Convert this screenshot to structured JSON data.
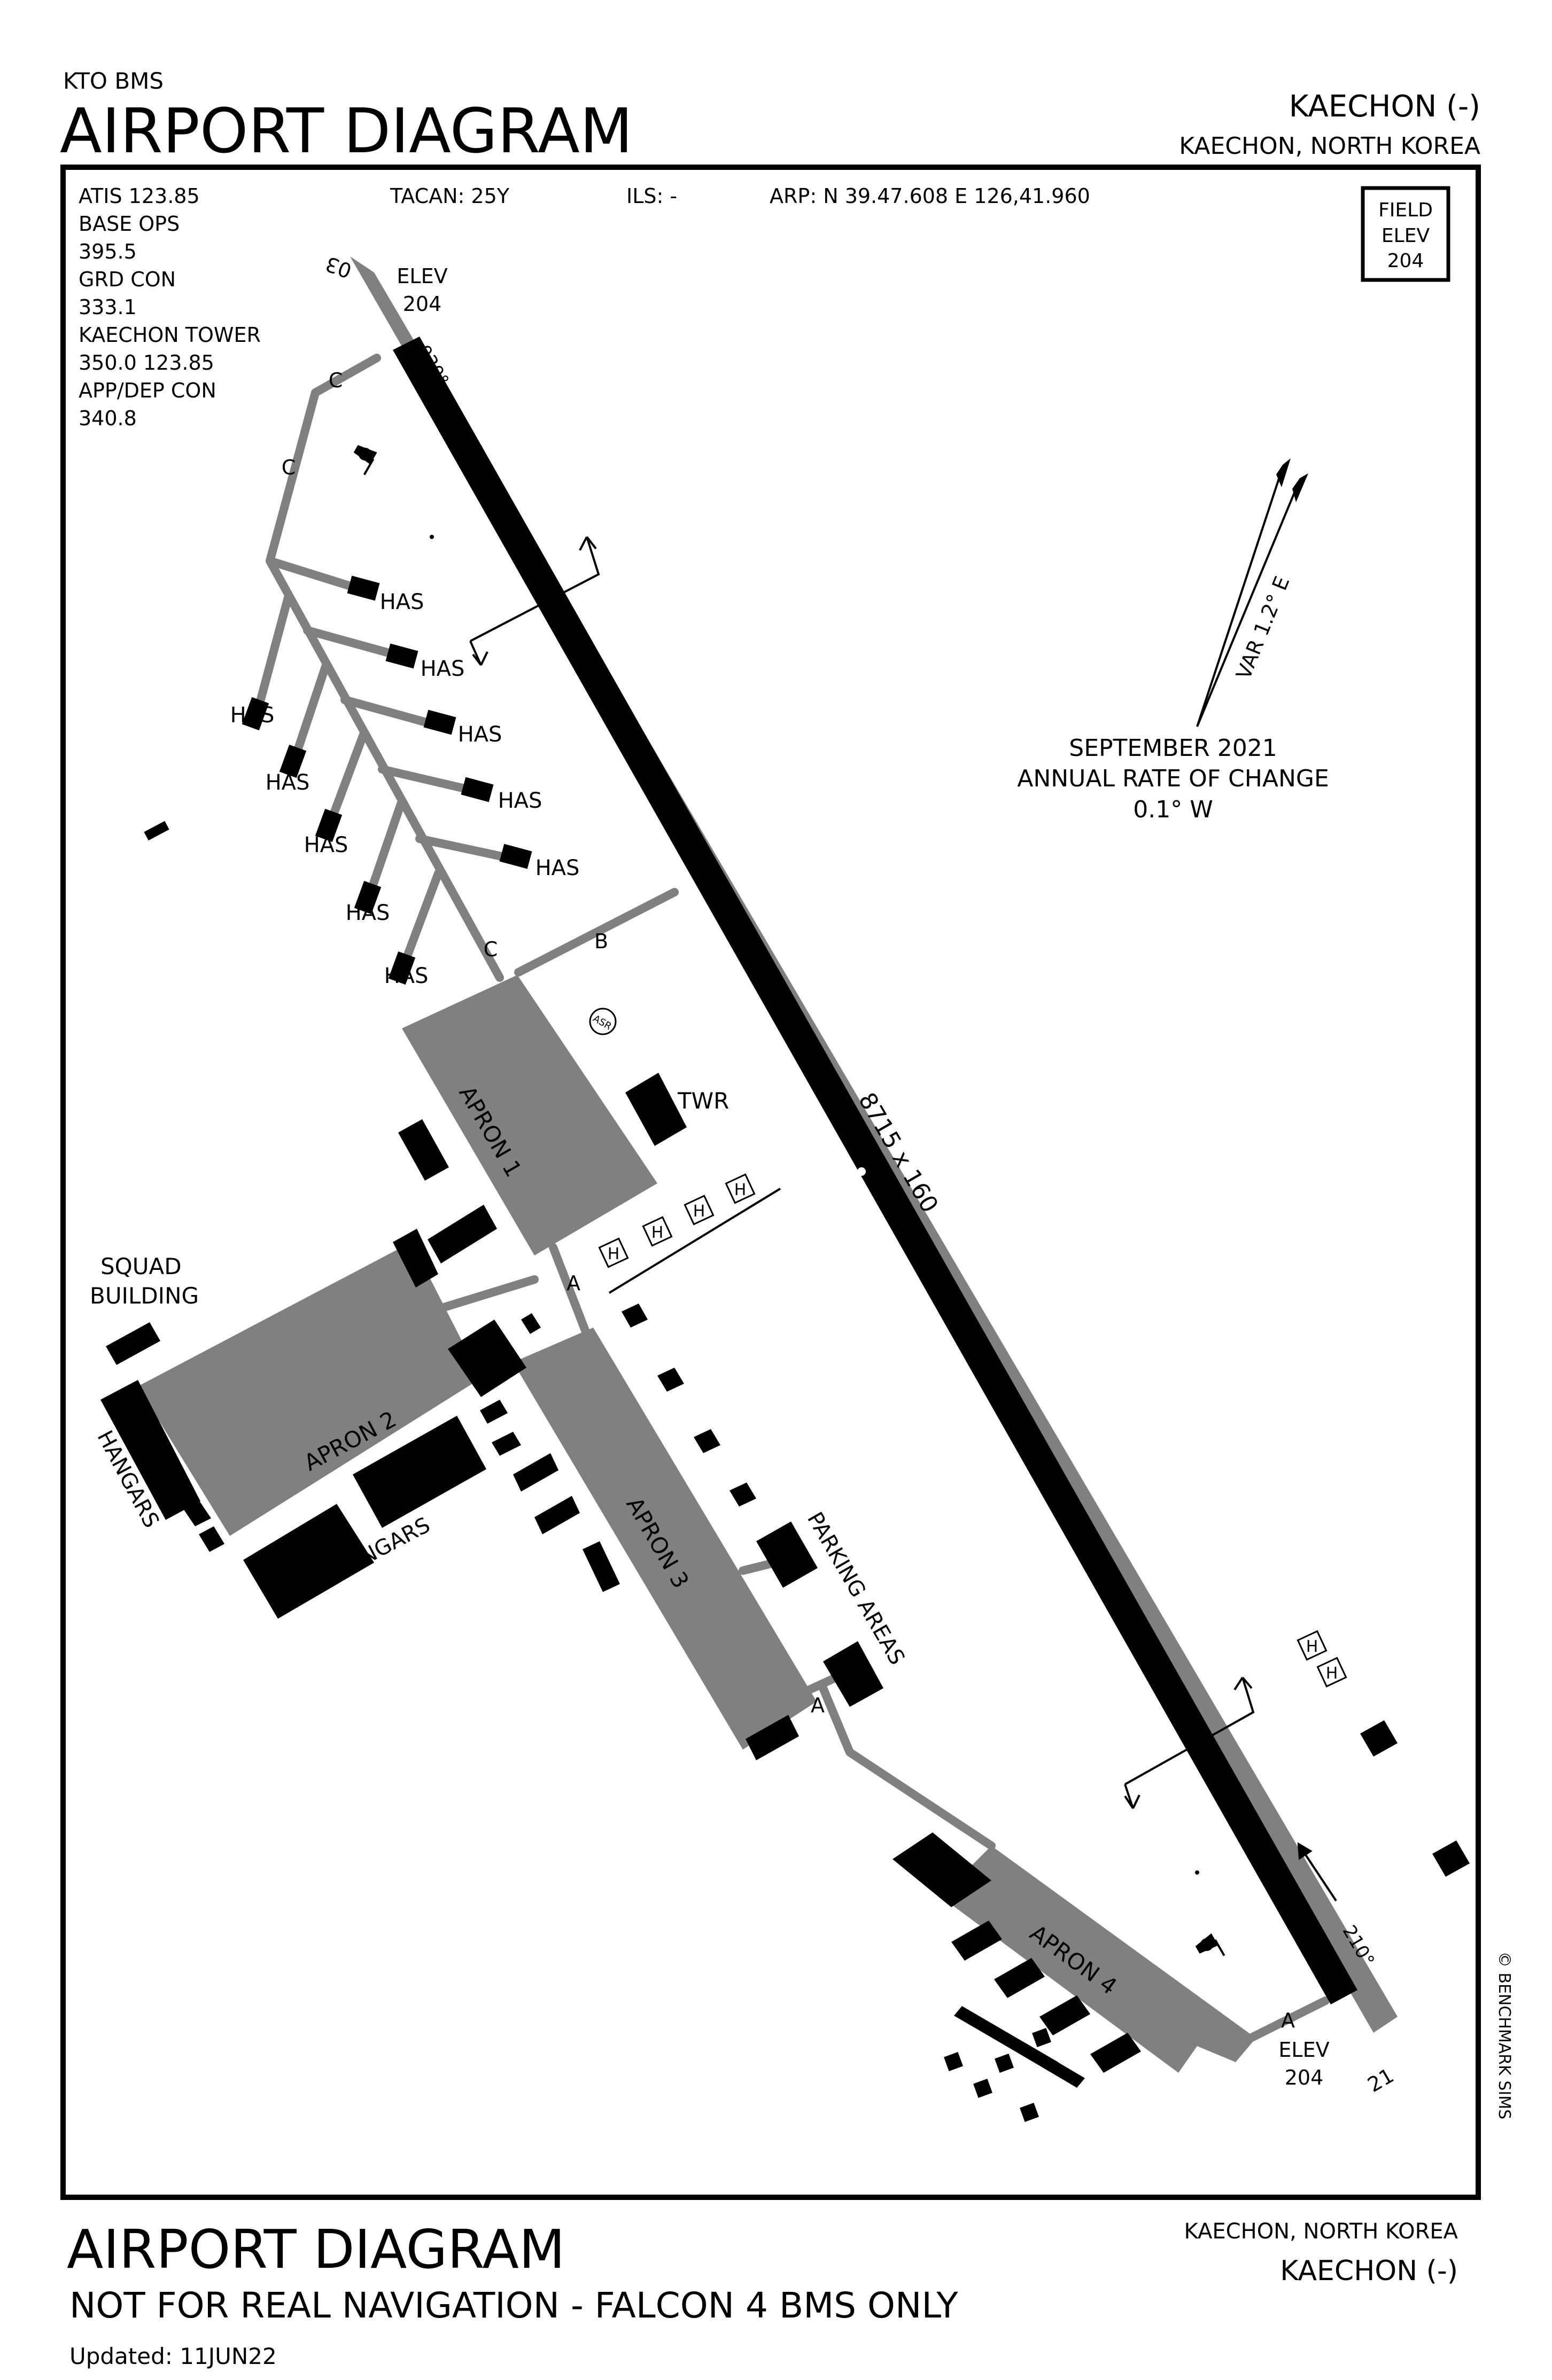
{
  "header": {
    "top_left_small": "KTO BMS",
    "top_left_title": "AIRPORT DIAGRAM",
    "top_right_name": "KAECHON (-)",
    "top_right_location": "KAECHON, NORTH KOREA"
  },
  "info": {
    "atis": "ATIS   123.85",
    "base_ops": "BASE OPS",
    "base_ops_freq": "395.5",
    "grd_con": "GRD CON",
    "grd_con_freq": "333.1",
    "tower": "KAECHON TOWER",
    "tower_freq": "350.0   123.85",
    "app_dep": "APP/DEP CON",
    "app_dep_freq": "340.8",
    "tacan": "TACAN:  25Y",
    "ils": "ILS: -",
    "arp": "ARP: N 39.47.608   E 126,41.960"
  },
  "field_elev": {
    "line1": "FIELD",
    "line2": "ELEV",
    "value": "204"
  },
  "runway": {
    "dimensions": "8715 x 160",
    "end_north": "03",
    "end_south": "21",
    "heading_north": "030°",
    "heading_south": "210°",
    "elev_label": "ELEV",
    "elev_value": "204"
  },
  "magnetic": {
    "var": "VAR 1.2° E",
    "date": "SEPTEMBER 2021",
    "rate_label": "ANNUAL RATE OF CHANGE",
    "rate_value": "0.1° W"
  },
  "labels": {
    "has": "HAS",
    "twy_a": "A",
    "twy_b": "B",
    "twy_c": "C",
    "apron1": "APRON 1",
    "apron2": "APRON 2",
    "apron3": "APRON 3",
    "apron4": "APRON 4",
    "twr": "TWR",
    "squad_line1": "SQUAD",
    "squad_line2": "BUILDING",
    "hangars": "HANGARS",
    "parking": "PARKING AREAS",
    "heli": "H",
    "asr": "ASR"
  },
  "footer": {
    "title": "AIRPORT DIAGRAM",
    "subtitle": "NOT FOR REAL NAVIGATION - FALCON 4 BMS ONLY",
    "updated": "Updated: 11JUN22",
    "location": "KAECHON, NORTH KOREA",
    "name": "KAECHON (-)",
    "copyright": "© BENCHMARK SIMS"
  }
}
